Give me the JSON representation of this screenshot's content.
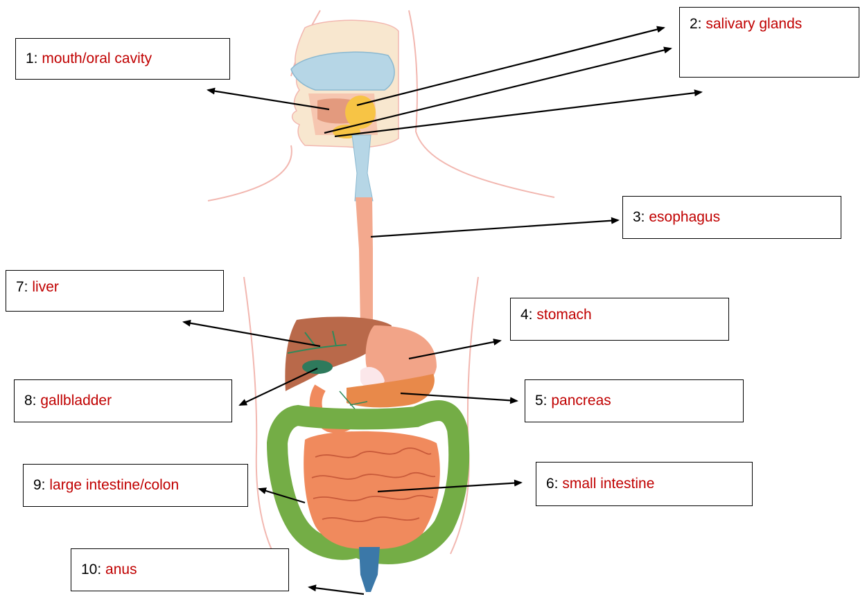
{
  "labels": [
    {
      "num": "1:",
      "name": "mouth/oral cavity"
    },
    {
      "num": "2:",
      "name": "salivary glands"
    },
    {
      "num": "3:",
      "name": "esophagus"
    },
    {
      "num": "4:",
      "name": "stomach"
    },
    {
      "num": "5:",
      "name": "pancreas"
    },
    {
      "num": "6:",
      "name": "small intestine"
    },
    {
      "num": "7:",
      "name": "liver"
    },
    {
      "num": "8:",
      "name": "gallbladder"
    },
    {
      "num": "9:",
      "name": "large intestine/colon"
    },
    {
      "num": "10:",
      "name": "anus"
    }
  ],
  "colors": {
    "label_name": "#c00000",
    "liver": "#b9694a",
    "stomach": "#f2a488",
    "pancreas": "#e8894a",
    "small_intestine": "#f08a5d",
    "large_intestine": "#74ad46",
    "esophagus": "#f3a98e",
    "gallbladder": "#2e7a5c",
    "body_outline": "#f2b7b0"
  }
}
